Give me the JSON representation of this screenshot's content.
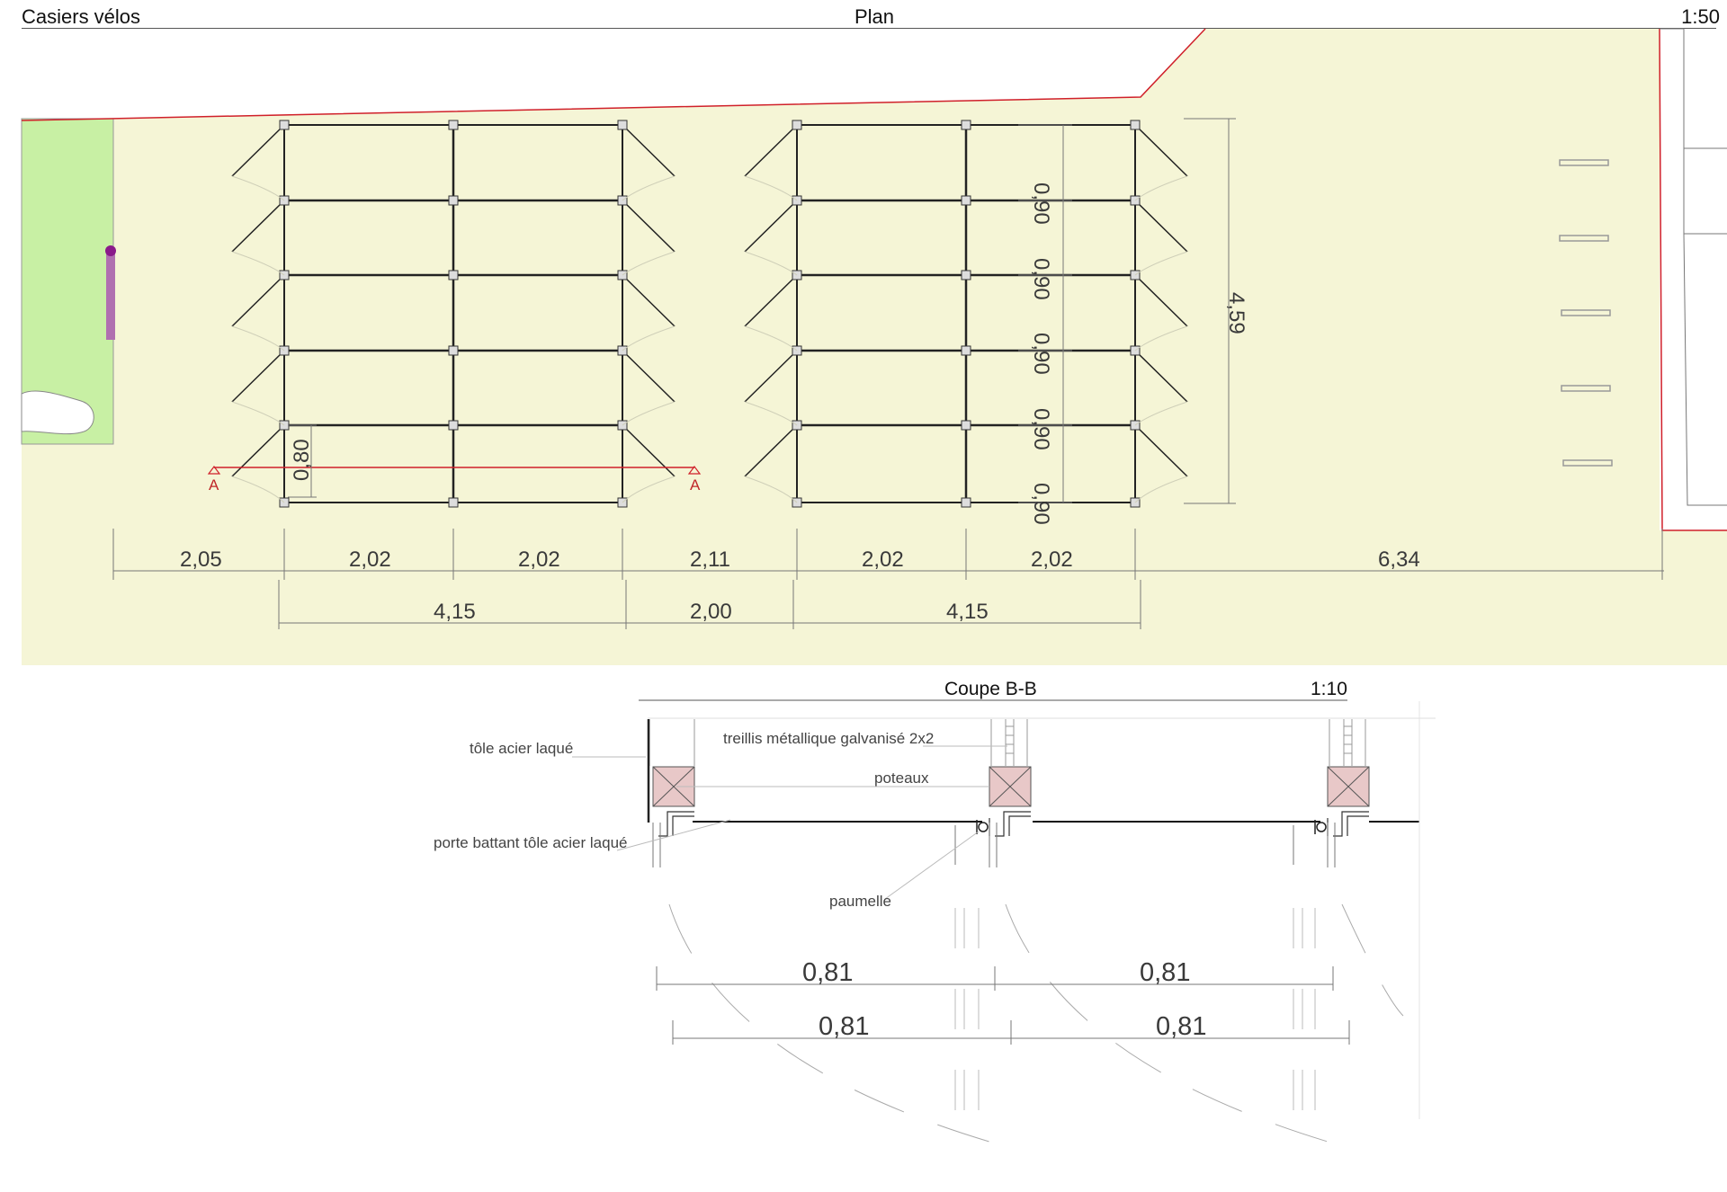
{
  "header": {
    "title": "Casiers vélos",
    "view": "Plan",
    "scale": "1:50"
  },
  "plan": {
    "section_marker": "A",
    "dims_row1": [
      "2,05",
      "2,02",
      "2,02",
      "2,11",
      "2,02",
      "2,02",
      "6,34"
    ],
    "dims_row2": [
      "4,15",
      "2,00",
      "4,15"
    ],
    "dim_vertical_total": "4,59",
    "dims_vertical": [
      "0,90",
      "0,90",
      "0,90",
      "0,90",
      "0,90"
    ],
    "dim_small": "0,80"
  },
  "section": {
    "title": "Coupe B-B",
    "scale": "1:10",
    "labels": {
      "tole": "tôle acier laqué",
      "treillis": "treillis métallique galvanisé 2x2",
      "poteaux": "poteaux",
      "porte": "porte battant tôle acier laqué",
      "paumelle": "paumelle"
    },
    "dims_row1": [
      "0,81",
      "0,81"
    ],
    "dims_row2": [
      "0,81",
      "0,81"
    ]
  },
  "colors": {
    "ground": "#f5f5d6",
    "grass": "#c8f0a4",
    "boundary": "#d0202a",
    "post": "#e8c8c8",
    "accent_pole": "#b070b0"
  }
}
